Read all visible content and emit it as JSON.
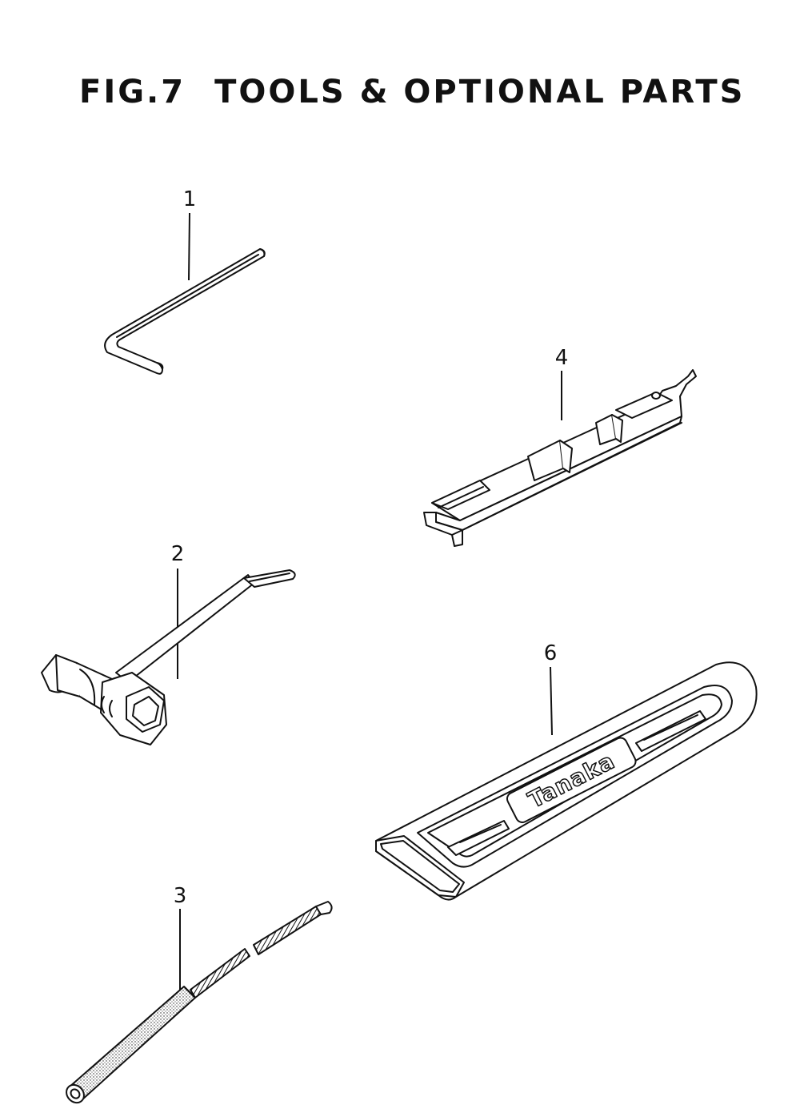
{
  "figure": {
    "number": "FIG.7",
    "title": "TOOLS & OPTIONAL PARTS",
    "ink_color": "#111111"
  },
  "parts": [
    {
      "callout": "1",
      "icon": "hex-key-icon"
    },
    {
      "callout": "2",
      "icon": "plug-wrench-icon"
    },
    {
      "callout": "3",
      "icon": "threaded-rod-icon"
    },
    {
      "callout": "4",
      "icon": "file-guide-icon"
    },
    {
      "callout": "6",
      "icon": "bar-cover-icon"
    }
  ],
  "logo": {
    "text": "Tanaka"
  }
}
